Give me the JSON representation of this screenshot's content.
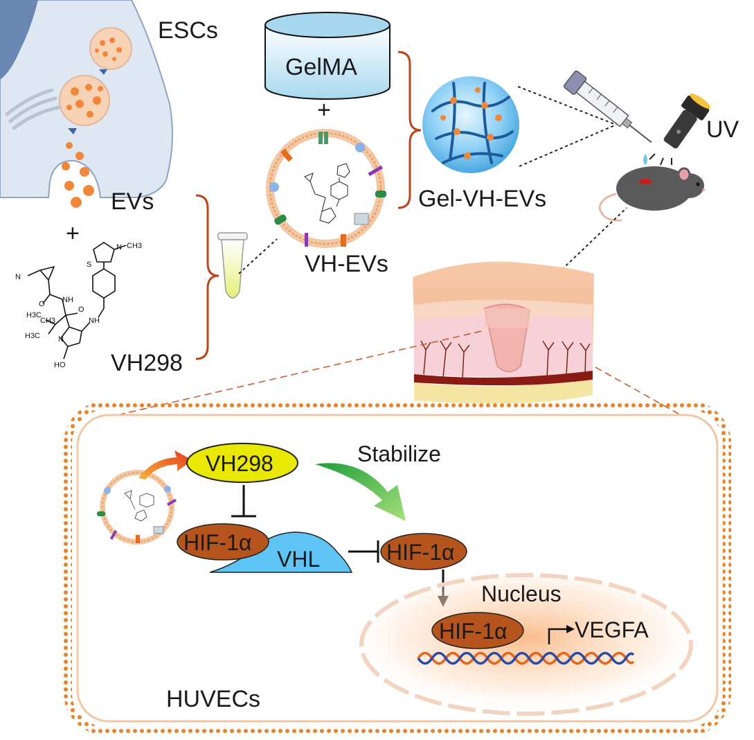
{
  "labels": {
    "escs": "ESCs",
    "evs": "EVs",
    "plus1": "+",
    "plus2": "+",
    "vh298_compound": "VH298",
    "gelma": "GelMA",
    "vh_evs": "VH-EVs",
    "gel_vh_evs": "Gel-VH-EVs",
    "uv": "UV",
    "stabilize": "Stabilize",
    "vh298_pill": "VH298",
    "hif_1": "HIF-1α",
    "vhl": "VHL",
    "hif_2": "HIF-1α",
    "nucleus": "Nucleus",
    "hif_3": "HIF-1α",
    "vegfa": "VEGFA",
    "huvecs": "HUVECs"
  },
  "chem": {
    "ch3_top": "CH3",
    "n1": "N",
    "s1": "S",
    "nc": "N",
    "nh1": "NH",
    "h3c1": "H3C",
    "h3c2": "H3C",
    "ch3_mid": "CH3",
    "o1": "O",
    "nh2": "NH",
    "n2": "N",
    "o2": "O",
    "ho": "HO"
  },
  "colors": {
    "cell_fill": "#dfe7f2",
    "cell_stroke": "#8fa3c2",
    "vesicle_orange": "#f0873a",
    "membrane": "#e8924a",
    "gel_blue": "#5fb8ec",
    "hif_brown": "#b5541c",
    "vh298_yellow": "#e8e800",
    "vhl_blue": "#5ec4f5",
    "bracket": "#b8471c",
    "huvec_membrane": "#e8832a"
  }
}
